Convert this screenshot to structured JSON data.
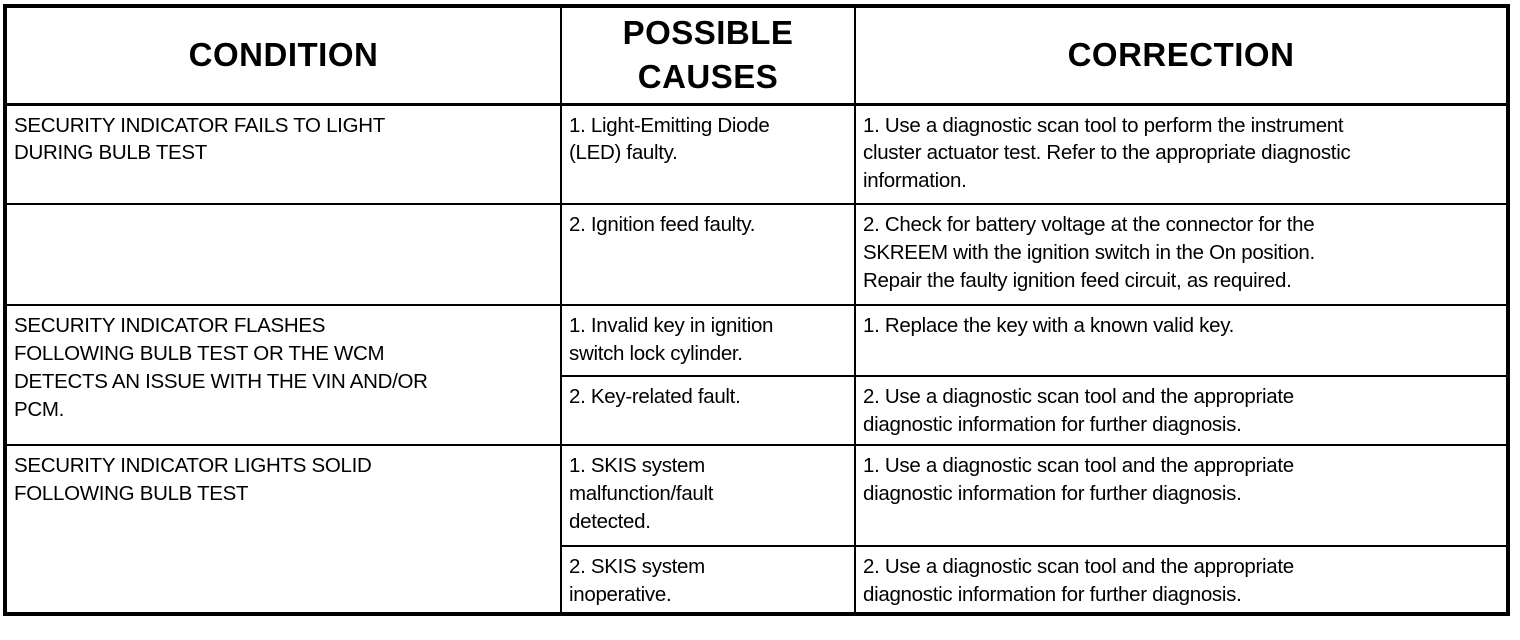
{
  "colors": {
    "border": "#000000",
    "text": "#000000",
    "background": "#ffffff"
  },
  "table": {
    "headers": [
      "CONDITION",
      "POSSIBLE\nCAUSES",
      "CORRECTION"
    ],
    "rows": [
      {
        "condition": "SECURITY INDICATOR FAILS TO LIGHT\nDURING BULB TEST",
        "cause": "1. Light-Emitting Diode\n(LED) faulty.",
        "correction": "1. Use a diagnostic scan tool to perform the instrument\ncluster actuator test. Refer to the appropriate diagnostic\ninformation."
      },
      {
        "condition": "",
        "cause": "2. Ignition feed faulty.",
        "correction": "2. Check for battery voltage at the connector for the\nSKREEM with the ignition switch in the On position.\nRepair the faulty ignition feed circuit, as required."
      },
      {
        "condition": "SECURITY INDICATOR FLASHES\nFOLLOWING BULB TEST OR THE WCM\nDETECTS AN ISSUE WITH THE VIN AND/OR\nPCM.",
        "cause": "1. Invalid key in ignition\nswitch lock cylinder.",
        "correction": "1. Replace the key with a known valid key."
      },
      {
        "cause": "2. Key-related fault.",
        "correction": "2. Use a diagnostic scan tool and the appropriate\ndiagnostic information for further diagnosis."
      },
      {
        "condition": "SECURITY INDICATOR LIGHTS SOLID\nFOLLOWING BULB TEST",
        "cause": "1. SKIS system\nmalfunction/fault\ndetected.",
        "correction": "1. Use a diagnostic scan tool and the appropriate\ndiagnostic information for further diagnosis."
      },
      {
        "cause": "2. SKIS system\ninoperative.",
        "correction": "2. Use a diagnostic scan tool and the appropriate\ndiagnostic information for further diagnosis."
      }
    ]
  }
}
